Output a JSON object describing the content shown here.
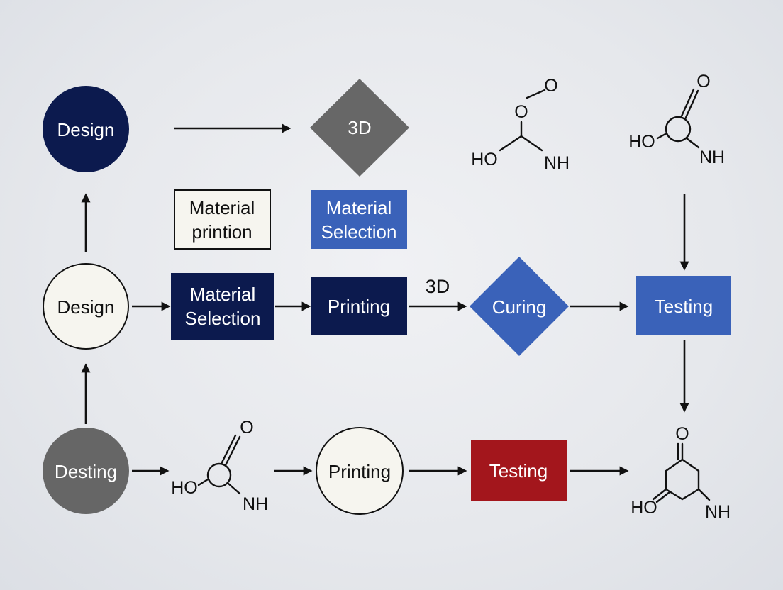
{
  "colors": {
    "navy": "#0c1a4e",
    "blue": "#3a62b9",
    "gray": "#666666",
    "red": "#a3161c",
    "white": "#f6f5ef",
    "text_dark": "#111111",
    "text_light": "#ffffff"
  },
  "nodes": {
    "design_top": "Design",
    "diamond_top": "3D",
    "material_printion_line1": "Material",
    "material_printion_line2": "printion",
    "material_selection_top_line1": "Material",
    "material_selection_top_line2": "Selection",
    "design_middle": "Design",
    "material_selection_mid_line1": "Material",
    "material_selection_mid_line2": "Selection",
    "printing_middle": "Printing",
    "label_3d": "3D",
    "curing": "Curing",
    "testing_middle": "Testing",
    "desting": "Desting",
    "printing_bottom": "Printing",
    "testing_bottom": "Testing"
  },
  "molecules": {
    "peroxide": {
      "o_top": "O",
      "o_mid": "O",
      "ho": "HO",
      "nh": "NH"
    },
    "carbamic_top": {
      "o": "O",
      "ho": "HO",
      "nh": "NH"
    },
    "carbamic_bottom": {
      "o": "O",
      "ho": "HO",
      "nh": "NH"
    },
    "ring_bottom_right": {
      "o": "O",
      "ho": "HO",
      "nh": "NH"
    }
  }
}
